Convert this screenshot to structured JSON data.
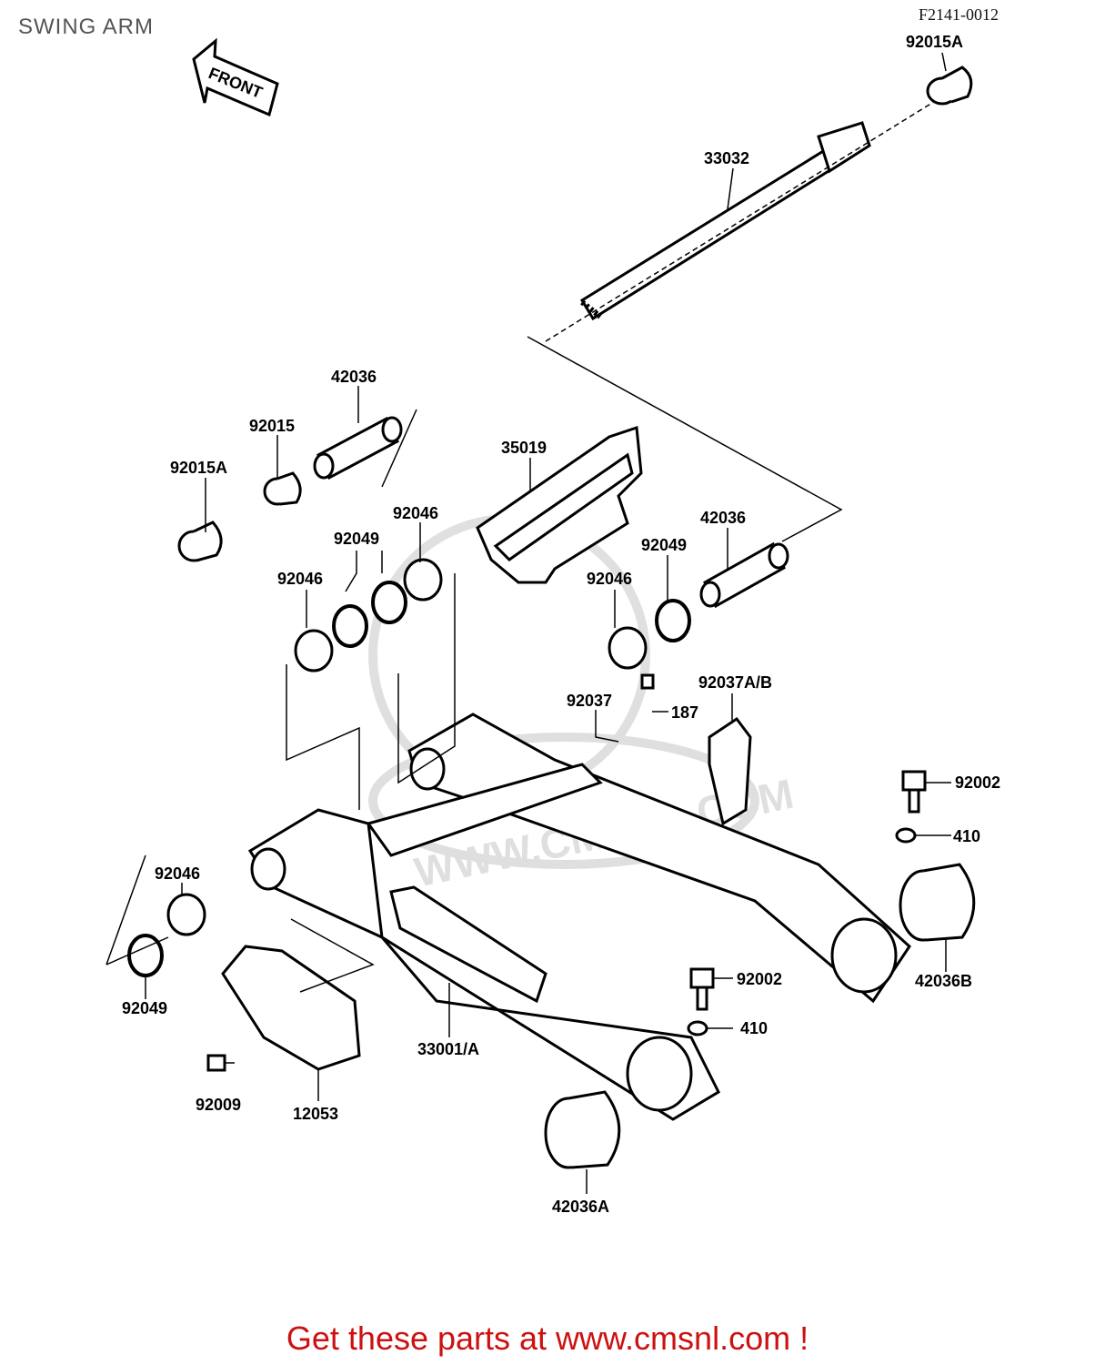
{
  "title": "SWING ARM",
  "figure_code": "F2141-0012",
  "front_label": "FRONT",
  "watermark": "WWW.CMSNL.COM",
  "parts": {
    "p92015A_top": "92015A",
    "p33032": "33032",
    "p42036_left": "42036",
    "p92015": "92015",
    "p92015A_left": "92015A",
    "p35019": "35019",
    "p92046_a": "92046",
    "p92049_a": "92049",
    "p92046_b": "92046",
    "p42036_right": "42036",
    "p92049_b": "92049",
    "p92046_c": "92046",
    "p92037AB": "92037A/B",
    "p92037": "92037",
    "p187": "187",
    "p92002_a": "92002",
    "p410_a": "410",
    "p92046_d": "92046",
    "p42036B": "42036B",
    "p92049_c": "92049",
    "p92002_b": "92002",
    "p410_b": "410",
    "p33001A": "33001/A",
    "p92009": "92009",
    "p12053": "12053",
    "p42036A": "42036A"
  },
  "footer": "Get these parts at www.cmsnl.com !"
}
